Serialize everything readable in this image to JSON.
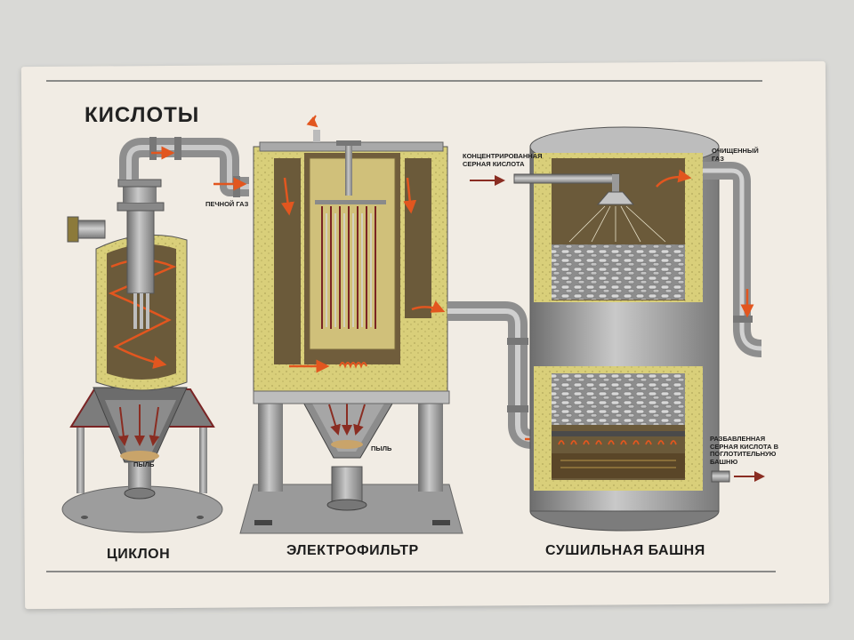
{
  "poster": {
    "title": "КИСЛОТЫ",
    "units": {
      "cyclone": {
        "caption": "ЦИКЛОН",
        "dust_label": "ПЫЛЬ"
      },
      "electrofilter": {
        "caption": "ЭЛЕКТРОФИЛЬТР",
        "dust_label": "ПЫЛЬ",
        "furnace_gas_label": "ПЕЧНОЙ ГАЗ"
      },
      "drying_tower": {
        "caption": "СУШИЛЬНАЯ БАШНЯ",
        "inlet_label": "КОНЦЕНТРИРОВАННАЯ СЕРНАЯ КИСЛОТА",
        "outlet_gas_label": "ОЧИЩЕННЫЙ ГАЗ",
        "drain_label": "РАЗБАВЛЕННАЯ СЕРНАЯ КИСЛОТА В ПОГЛОТИТЕЛЬНУЮ БАШНЮ"
      }
    }
  },
  "colors": {
    "paper": "#f1ece4",
    "insulation": "#d9cf7a",
    "metal": "#9c9c9c",
    "interior": "#6b5a3a",
    "flow_arrow": "#e2561f",
    "dust": "#c9a46a"
  }
}
